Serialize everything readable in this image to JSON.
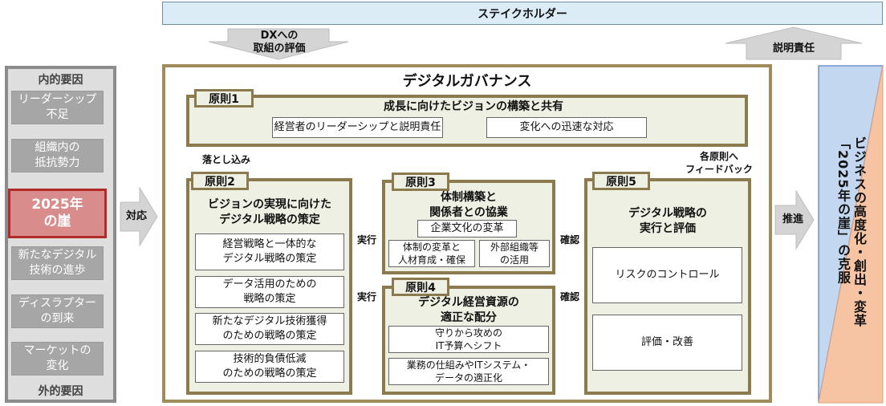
{
  "stakeholder": "ステイクホルダー",
  "dx_evaluation": [
    "DXへの",
    "取組の評価"
  ],
  "accountability": "説明責任",
  "internal_factors": {
    "title": "内的要因",
    "items": [
      [
        "リーダーシップ",
        "不足"
      ],
      [
        "組織内の",
        "抵抗勢力"
      ]
    ]
  },
  "cliff": [
    "2025年",
    "の崖"
  ],
  "external_factors": {
    "title": "外的要因",
    "items": [
      [
        "新たなデジタル",
        "技術の進歩"
      ],
      [
        "ディスラプター",
        "の到来"
      ],
      [
        "マーケットの",
        "変化"
      ]
    ]
  },
  "response": "対応",
  "governance_title": "デジタルガバナンス",
  "principle1": {
    "tag": "原則1",
    "heading": "成長に向けたビジョンの構築と共有",
    "items": [
      "経営者のリーダーシップと説明責任",
      "変化への迅速な対応"
    ]
  },
  "drop_down": "落とし込み",
  "feedback": [
    "各原則へ",
    "フィードバック"
  ],
  "principle2": {
    "tag": "原則2",
    "heading": [
      "ビジョンの実現に向けた",
      "デジタル戦略の策定"
    ],
    "items": [
      [
        "経営戦略と一体的な",
        "デジタル戦略の策定"
      ],
      [
        "データ活用のための",
        "戦略の策定"
      ],
      [
        "新たなデジタル技術獲得",
        "のための戦略の策定"
      ],
      [
        "技術的負債低減",
        "のための戦略の策定"
      ]
    ]
  },
  "execute": "実行",
  "confirm": "確認",
  "principle3": {
    "tag": "原則3",
    "heading": [
      "体制構築と",
      "関係者との協業"
    ],
    "culture": "企業文化の変革",
    "items": [
      [
        "体制の変革と",
        "人材育成・確保"
      ],
      [
        "外部組織等",
        "の活用"
      ]
    ]
  },
  "principle4": {
    "tag": "原則4",
    "heading": [
      "デジタル経営資源の",
      "適正な配分"
    ],
    "items": [
      [
        "守りから攻めの",
        "IT予算へシフト"
      ],
      [
        "業務の仕組みやITシステム・",
        "データの適正化"
      ]
    ]
  },
  "principle5": {
    "tag": "原則5",
    "heading": [
      "デジタル戦略の",
      "実行と評価"
    ],
    "items": [
      "リスクのコントロール",
      "評価・改善"
    ]
  },
  "promote": "推進",
  "business_outcome": [
    "ビジネスの高度化・創出・変革",
    "「2025年の崖」の克服"
  ],
  "colors": {
    "frame": "#a08c5a",
    "principle_border": "#8a7a4e",
    "principle_fill": "#eef0e3",
    "cliff_fill": "#d88c8c",
    "cliff_border": "#b22a2a",
    "pink_arrow": "#e6aaaa",
    "blue_arrow": "#a9c6e6",
    "gray_arrow": "#d4d4d4",
    "stakeholder_fill": "#dcecf6"
  }
}
